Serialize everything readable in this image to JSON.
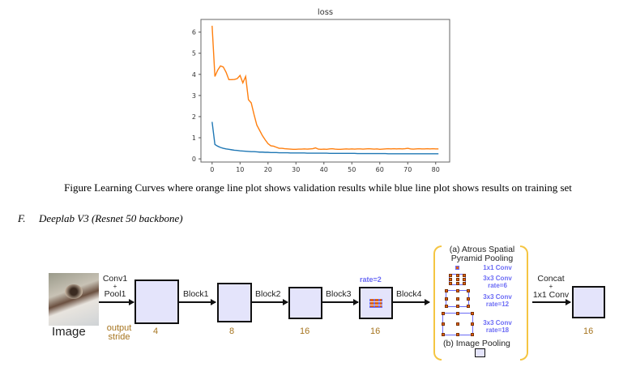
{
  "chart_data": {
    "type": "line",
    "title": "loss",
    "xlabel": "",
    "ylabel": "",
    "xlim": [
      -4,
      85
    ],
    "ylim": [
      -0.15,
      6.6
    ],
    "xticks": [
      0,
      10,
      20,
      30,
      40,
      50,
      60,
      70,
      80
    ],
    "yticks": [
      0,
      1,
      2,
      3,
      4,
      5,
      6
    ],
    "grid": false,
    "series": [
      {
        "name": "training",
        "color": "#1f77b4",
        "values": [
          1.75,
          0.68,
          0.6,
          0.54,
          0.5,
          0.47,
          0.45,
          0.43,
          0.41,
          0.4,
          0.38,
          0.37,
          0.36,
          0.35,
          0.34,
          0.34,
          0.33,
          0.32,
          0.32,
          0.31,
          0.31,
          0.3,
          0.3,
          0.3,
          0.29,
          0.29,
          0.29,
          0.29,
          0.28,
          0.28,
          0.28,
          0.28,
          0.28,
          0.28,
          0.27,
          0.27,
          0.27,
          0.27,
          0.27,
          0.27,
          0.27,
          0.27,
          0.26,
          0.26,
          0.26,
          0.26,
          0.26,
          0.26,
          0.26,
          0.26,
          0.26,
          0.26,
          0.25,
          0.25,
          0.25,
          0.25,
          0.25,
          0.25,
          0.25,
          0.25,
          0.25,
          0.25,
          0.25,
          0.24,
          0.24,
          0.24,
          0.24,
          0.24,
          0.24,
          0.24,
          0.24,
          0.24,
          0.24,
          0.24,
          0.24,
          0.24,
          0.24,
          0.24,
          0.24,
          0.24,
          0.24,
          0.24
        ]
      },
      {
        "name": "validation",
        "color": "#ff7f0e",
        "values": [
          6.3,
          3.9,
          4.2,
          4.4,
          4.35,
          4.1,
          3.75,
          3.75,
          3.76,
          3.8,
          3.95,
          3.6,
          3.9,
          2.8,
          2.65,
          2.1,
          1.6,
          1.35,
          1.1,
          0.9,
          0.72,
          0.62,
          0.6,
          0.55,
          0.5,
          0.5,
          0.48,
          0.47,
          0.46,
          0.45,
          0.45,
          0.46,
          0.46,
          0.47,
          0.46,
          0.47,
          0.48,
          0.52,
          0.46,
          0.45,
          0.46,
          0.45,
          0.47,
          0.48,
          0.46,
          0.45,
          0.45,
          0.46,
          0.47,
          0.46,
          0.47,
          0.46,
          0.47,
          0.47,
          0.46,
          0.47,
          0.48,
          0.47,
          0.46,
          0.47,
          0.45,
          0.46,
          0.47,
          0.48,
          0.47,
          0.48,
          0.47,
          0.48,
          0.47,
          0.48,
          0.5,
          0.47,
          0.46,
          0.47,
          0.48,
          0.47,
          0.47,
          0.48,
          0.47,
          0.48,
          0.47,
          0.47
        ]
      }
    ]
  },
  "caption": "Figure Learning Curves where orange line plot shows validation results while blue line plot shows results on training set",
  "section": {
    "number": "F.",
    "title": "Deeplab V3 (Resnet 50 backbone)"
  },
  "diagram": {
    "image_label": "Image",
    "conv1": "Conv1",
    "plus": "+",
    "pool1": "Pool1",
    "output_stride": [
      "output",
      "stride"
    ],
    "blocks": [
      "Block1",
      "Block2",
      "Block3",
      "Block4"
    ],
    "strides": [
      "4",
      "8",
      "16",
      "16",
      "16"
    ],
    "rate2": "rate=2",
    "aspp_title": [
      "(a) Atrous Spatial",
      "Pyramid Pooling"
    ],
    "aspp_items": [
      "1x1 Conv",
      "3x3 Conv",
      "rate=6",
      "3x3 Conv",
      "rate=12",
      "3x3 Conv",
      "rate=18"
    ],
    "image_pooling": "(b) Image Pooling",
    "concat": "Concat",
    "concat_plus": "+",
    "conv1x1": "1x1 Conv"
  }
}
